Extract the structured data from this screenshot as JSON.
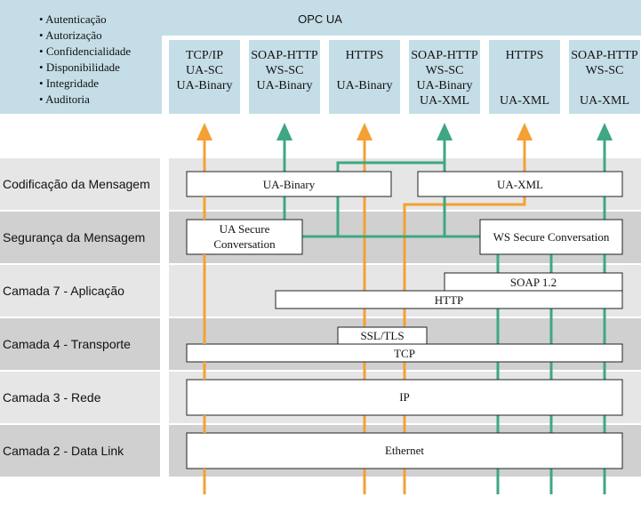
{
  "header": {
    "title": "OPC UA",
    "bullets": [
      "Autenticação",
      "Autorização",
      "Confidencialidade",
      "Disponibilidade",
      "Integridade",
      "Auditoria"
    ]
  },
  "stacks": [
    {
      "lines": [
        "TCP/IP",
        "UA-SC",
        "UA-Binary"
      ]
    },
    {
      "lines": [
        "SOAP-HTTP",
        "WS-SC",
        "UA-Binary"
      ]
    },
    {
      "lines": [
        "HTTPS",
        "",
        "UA-Binary"
      ]
    },
    {
      "lines": [
        "SOAP-HTTP",
        "WS-SC",
        "UA-Binary",
        "UA-XML"
      ]
    },
    {
      "lines": [
        "HTTPS",
        "",
        "",
        "UA-XML"
      ]
    },
    {
      "lines": [
        "SOAP-HTTP",
        "WS-SC",
        "",
        "UA-XML"
      ]
    }
  ],
  "layers": [
    "Codificação da Mensagem",
    "Segurança da Mensagem",
    "Camada 7 - Aplicação",
    "Camada 4 - Transporte",
    "Camada 3 - Rede",
    "Camada 2 - Data Link"
  ],
  "boxes": {
    "ua_binary": "UA-Binary",
    "ua_xml": "UA-XML",
    "ua_secure_conv": [
      "UA Secure",
      "Conversation"
    ],
    "ws_secure_conv": "WS Secure Conversation",
    "soap": "SOAP 1.2",
    "http": "HTTP",
    "ssl_tls": "SSL/TLS",
    "tcp": "TCP",
    "ip": "IP",
    "ethernet": "Ethernet"
  },
  "colors": {
    "header_bg": "#c5dde6",
    "layer_light": "#e6e6e6",
    "layer_dark": "#d0d0d0",
    "orange": "#f5a033",
    "green": "#3fa783",
    "box_border": "#222222"
  }
}
